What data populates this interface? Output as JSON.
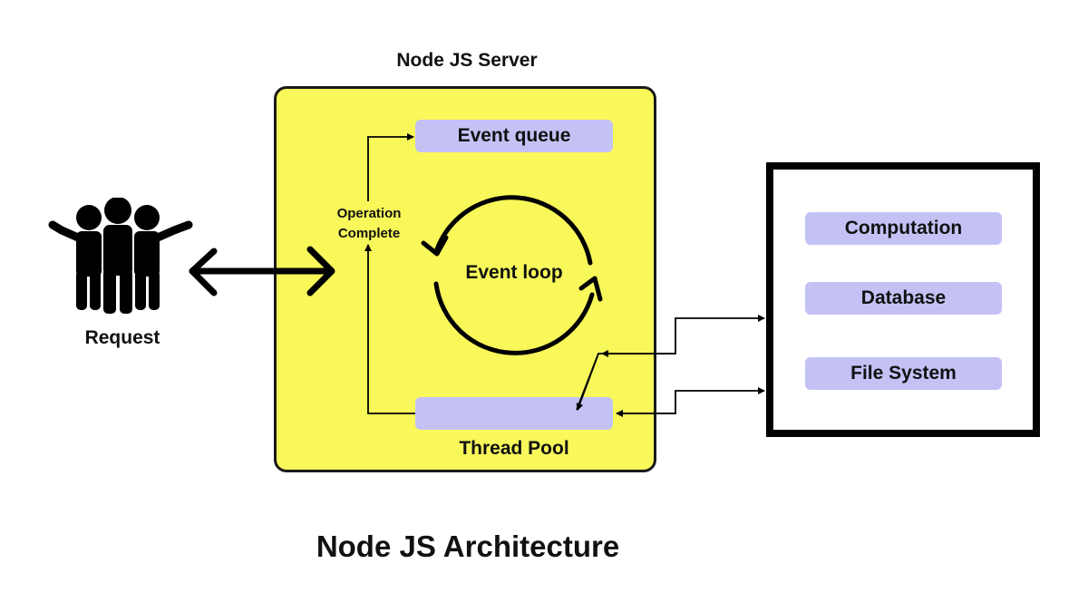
{
  "diagram": {
    "title": "Node JS Architecture",
    "server": {
      "title": "Node JS Server",
      "fill_color": "#f8f85a",
      "event_queue": "Event queue",
      "event_loop": "Event loop",
      "operation_complete": [
        "Operation",
        "Complete"
      ],
      "thread_pool": "Thread Pool"
    },
    "client": {
      "label": "Request",
      "icon": "people-group-icon"
    },
    "external": {
      "items": [
        "Computation",
        "Database",
        "File System"
      ]
    },
    "colors": {
      "pill": "#c4c2f5",
      "outline": "#000000"
    }
  }
}
